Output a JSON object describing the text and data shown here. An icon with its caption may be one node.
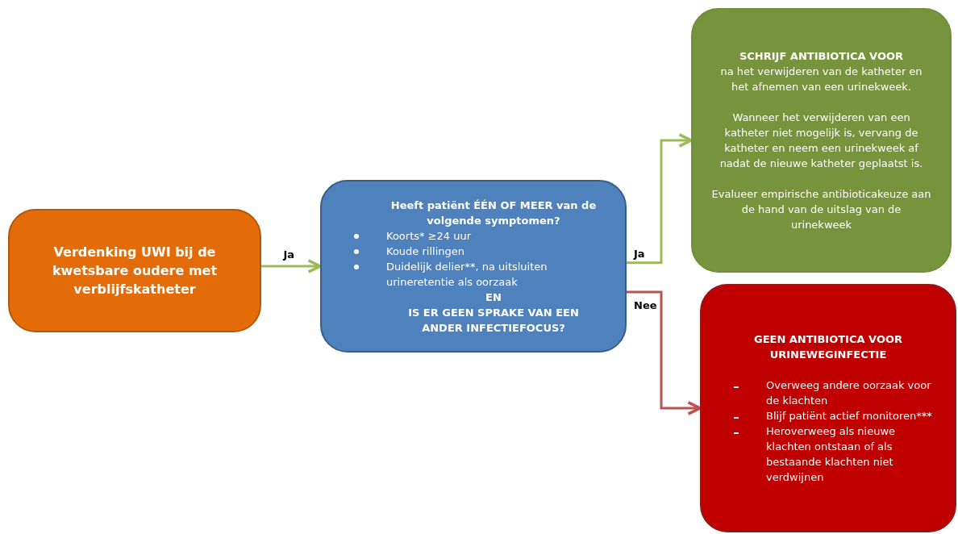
{
  "diagram": {
    "nodes": [
      {
        "text": [
          "Verdenking UWI bij de kwetsbare oudere met verblijfskatheter"
        ]
      },
      {
        "text": [
          "Heeft patiënt ÉÉN OF MEER van de volgende symptomen?",
          "Koorts* ≥24 uur",
          "Koude rillingen",
          "Duidelijk delier**, na uitsluiten urineretentie als oorzaak",
          "EN",
          "IS ER GEEN SPRAKE VAN EEN ANDER INFECTIEFOCUS?"
        ]
      },
      {
        "text": [
          "SCHRIJF ANTIBIOTICA VOOR",
          "na het verwijderen van de katheter en het afnemen van een urinekweek.",
          "Wanneer het verwijderen van een katheter niet mogelijk is, vervang de katheter en neem een urinekweek af nadat de nieuwe katheter geplaatst is.",
          "Evalueer empirische antibioticakeuze aan de hand van de uitslag van de urinekweek"
        ]
      },
      {
        "text": [
          "GEEN ANTIBIOTICA VOOR URINEWEGINFECTIE",
          "Overweeg andere oorzaak voor de klachten",
          "Blijf patiënt actief monitoren***",
          "Heroverweeg als nieuwe klachten ontstaan of als bestaande klachten niet verdwijnen"
        ]
      }
    ],
    "edges": [
      {
        "from": 0,
        "to": 1,
        "arrow": "to",
        "label": "Ja"
      },
      {
        "from": 1,
        "to": 2,
        "arrow": "to",
        "label": "Ja"
      },
      {
        "from": 1,
        "to": 3,
        "arrow": "to",
        "label": "Nee",
        "color": "#c0504d"
      }
    ]
  }
}
